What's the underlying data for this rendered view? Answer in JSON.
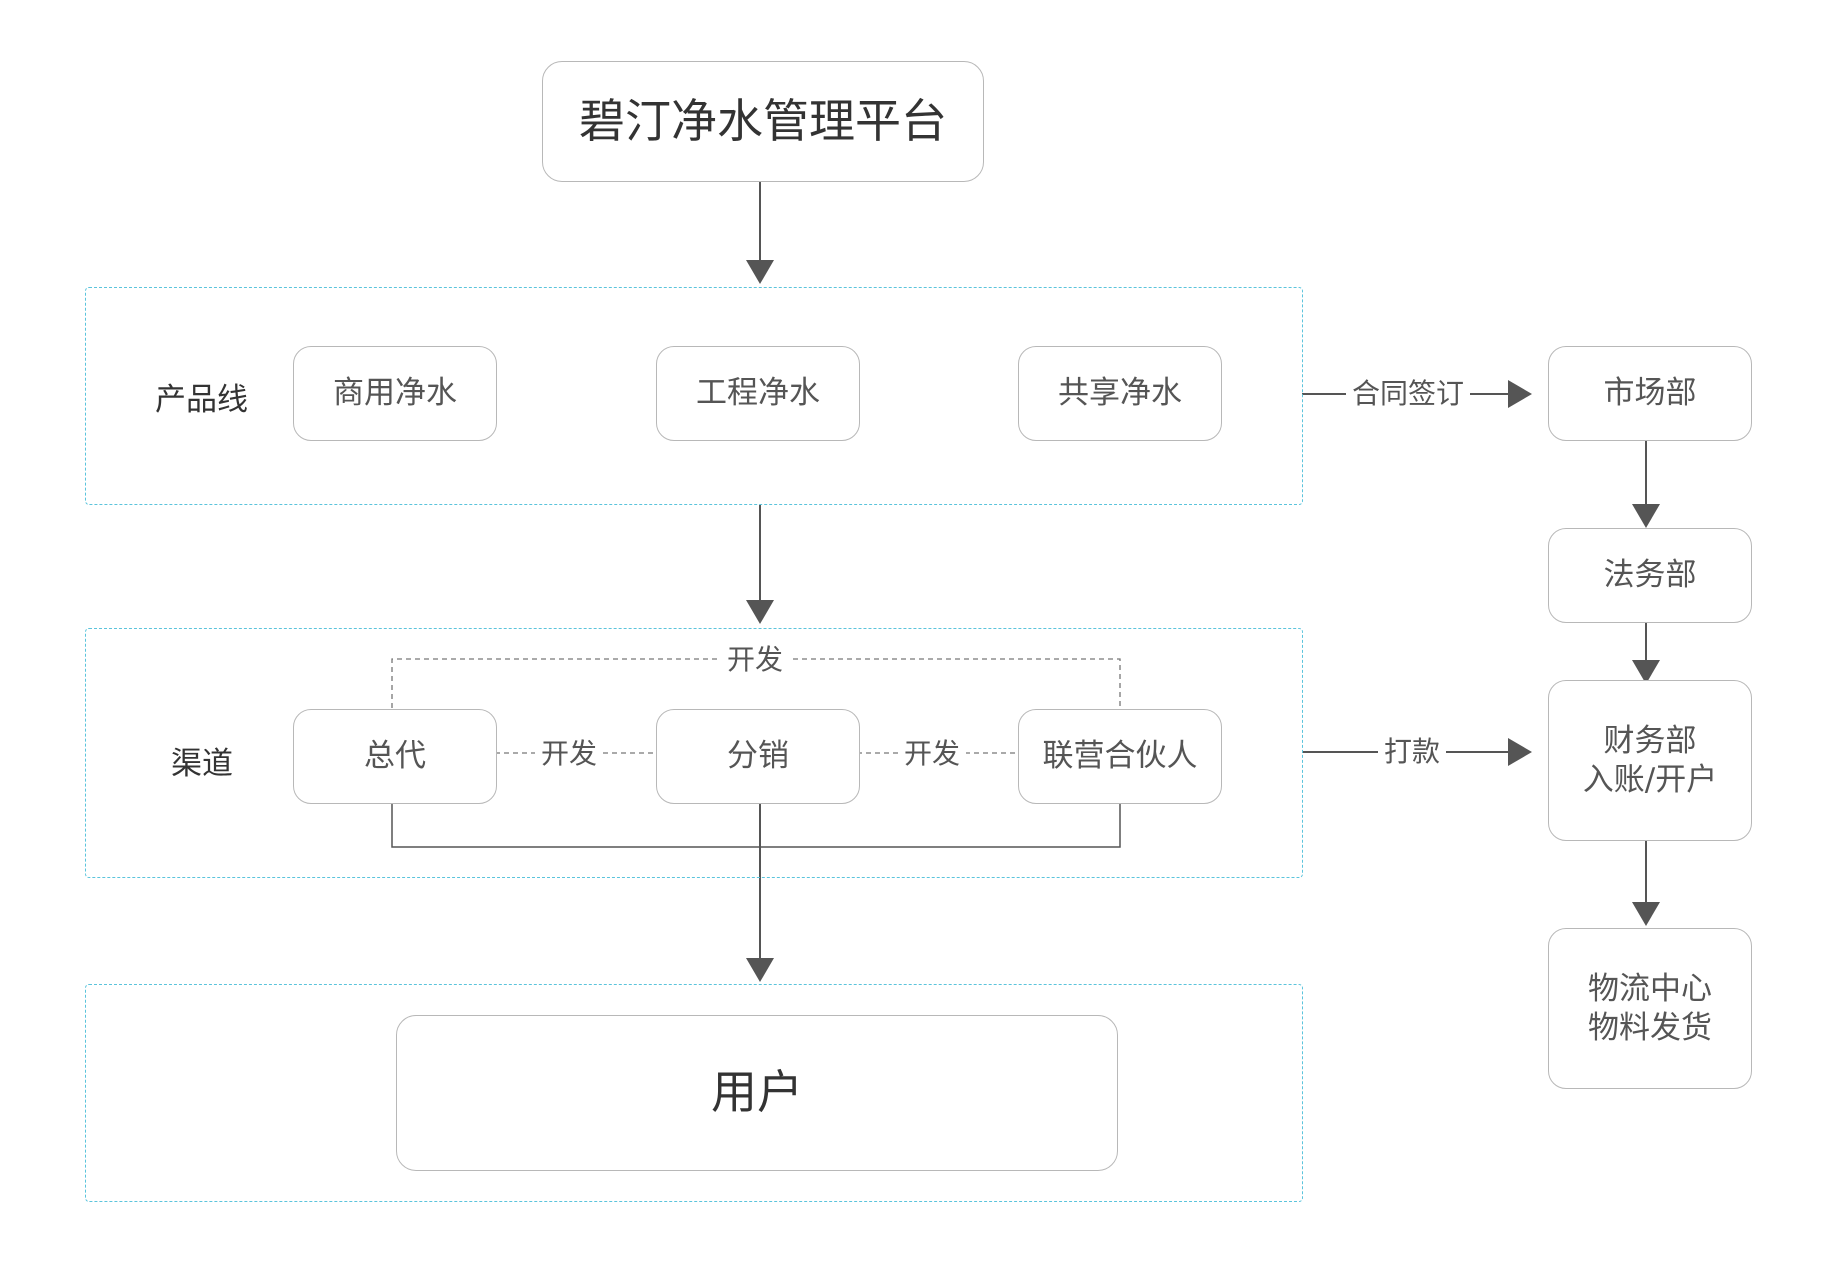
{
  "platform": {
    "label": "碧汀净水管理平台"
  },
  "product_line": {
    "label": "产品线",
    "items": [
      "商用净水",
      "工程净水",
      "共享净水"
    ]
  },
  "channels": {
    "label": "渠道",
    "items": [
      "总代",
      "分销",
      "联营合伙人"
    ],
    "develop_labels": [
      "开发",
      "开发",
      "开发"
    ]
  },
  "users": {
    "label": "用户"
  },
  "right_flow": {
    "contract_label": "合同签订",
    "payment_label": "打款",
    "market": "市场部",
    "legal": "法务部",
    "finance": {
      "line1": "财务部",
      "line2": "入账/开户"
    },
    "logistics": {
      "line1": "物流中心",
      "line2": "物料发货"
    }
  },
  "colors": {
    "section_border": "#5bc4dc",
    "node_border": "#b8b8b8",
    "arrow": "#555555",
    "text": "#333333"
  }
}
